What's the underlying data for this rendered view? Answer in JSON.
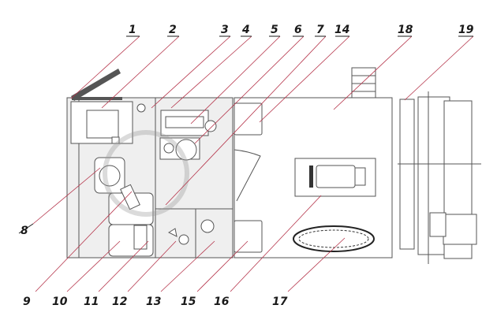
{
  "callouts": [
    {
      "id": "1",
      "label": "1"
    },
    {
      "id": "2",
      "label": "2"
    },
    {
      "id": "3",
      "label": "3"
    },
    {
      "id": "4",
      "label": "4"
    },
    {
      "id": "5",
      "label": "5"
    },
    {
      "id": "6",
      "label": "6"
    },
    {
      "id": "7",
      "label": "7"
    },
    {
      "id": "14",
      "label": "14"
    },
    {
      "id": "18",
      "label": "18"
    },
    {
      "id": "19",
      "label": "19"
    },
    {
      "id": "8",
      "label": "8"
    },
    {
      "id": "9",
      "label": "9"
    },
    {
      "id": "10",
      "label": "10"
    },
    {
      "id": "11",
      "label": "11"
    },
    {
      "id": "12",
      "label": "12"
    },
    {
      "id": "13",
      "label": "13"
    },
    {
      "id": "15",
      "label": "15"
    },
    {
      "id": "16",
      "label": "16"
    },
    {
      "id": "17",
      "label": "17"
    }
  ],
  "colors": {
    "leader": "#b5344a",
    "line": "#555555",
    "fill": "#efefef"
  }
}
